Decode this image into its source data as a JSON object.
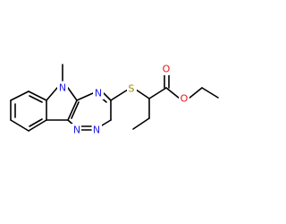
{
  "colors": {
    "bond": "#000000",
    "nitrogen": "#1e1ee8",
    "sulfur": "#9a8a00",
    "oxygen": "#e01818",
    "background": "#ffffff"
  },
  "atoms": {
    "n_methyl": "N",
    "n_triazine_top": "N",
    "n_triazine_bottom_left": "N",
    "n_triazine_bottom_right": "N",
    "s_thioether": "S",
    "o_carbonyl": "O",
    "o_ester": "O"
  }
}
